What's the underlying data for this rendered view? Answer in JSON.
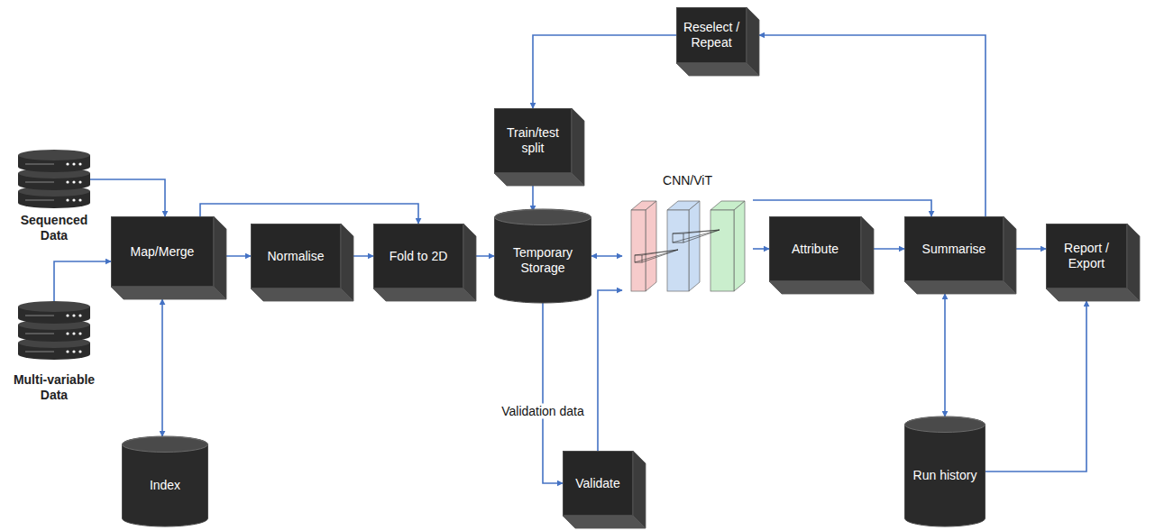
{
  "diagram": {
    "nodes": [
      {
        "text": [
          "Sequenced Data"
        ]
      },
      {
        "text": [
          "Multi-variable Data"
        ]
      },
      {
        "text": [
          "Map/Merge"
        ]
      },
      {
        "text": [
          "Index"
        ]
      },
      {
        "text": [
          "Normalise"
        ]
      },
      {
        "text": [
          "Fold to 2D"
        ]
      },
      {
        "text": [
          "Temporary Storage"
        ]
      },
      {
        "text": [
          "Train/test split"
        ]
      },
      {
        "text": [
          "Reselect / Repeat"
        ]
      },
      {
        "text": [
          "CNN/ViT"
        ]
      },
      {
        "text": [
          "Validate"
        ]
      },
      {
        "text": [
          "Attribute"
        ]
      },
      {
        "text": [
          "Summarise"
        ]
      },
      {
        "text": [
          "Report / Export"
        ]
      },
      {
        "text": [
          "Run history"
        ]
      }
    ],
    "edges": [
      {
        "from": 0,
        "to": 2,
        "arrow": "to"
      },
      {
        "from": 1,
        "to": 2,
        "arrow": "to"
      },
      {
        "from": 2,
        "to": 3,
        "arrow": "both"
      },
      {
        "from": 2,
        "to": 4,
        "arrow": "to"
      },
      {
        "from": 2,
        "to": 5,
        "arrow": "to"
      },
      {
        "from": 4,
        "to": 5,
        "arrow": "to"
      },
      {
        "from": 5,
        "to": 6,
        "arrow": "to"
      },
      {
        "from": 7,
        "to": 6,
        "arrow": "to"
      },
      {
        "from": 6,
        "to": 9,
        "arrow": "both"
      },
      {
        "from": 6,
        "to": 10,
        "label": "Validation data",
        "arrow": "to"
      },
      {
        "from": 10,
        "to": 9,
        "arrow": "to"
      },
      {
        "from": 9,
        "to": 11,
        "arrow": "to"
      },
      {
        "from": 11,
        "to": 12,
        "arrow": "to"
      },
      {
        "from": 12,
        "to": 13,
        "arrow": "to"
      },
      {
        "from": 12,
        "to": 14,
        "arrow": "both"
      },
      {
        "from": 14,
        "to": 13,
        "arrow": "to"
      },
      {
        "from": 12,
        "to": 8,
        "arrow": "to"
      },
      {
        "from": 8,
        "to": 7,
        "arrow": "to"
      },
      {
        "from": 9,
        "to": 12,
        "arrow": "to"
      }
    ]
  }
}
